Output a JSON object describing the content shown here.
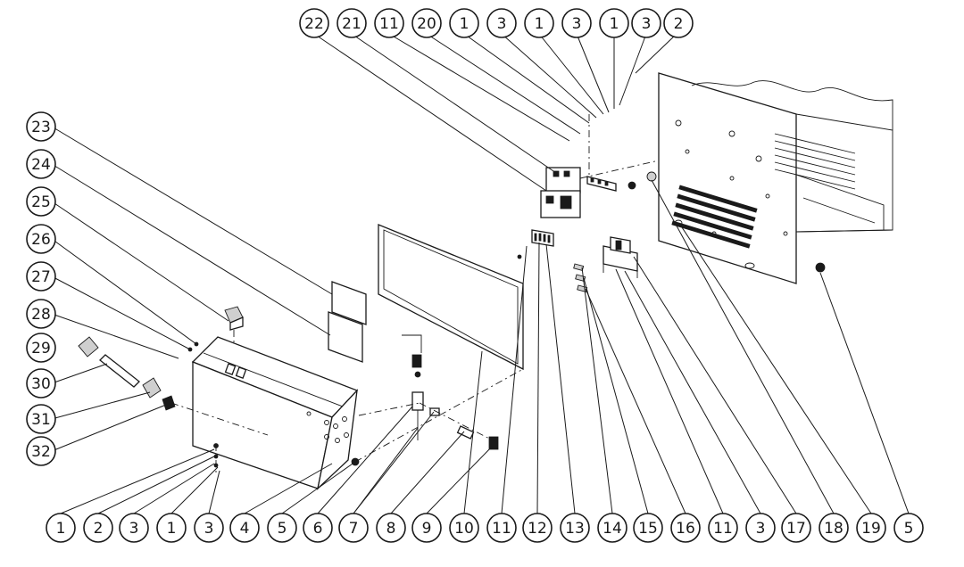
{
  "callouts": {
    "top": [
      "22",
      "21",
      "11",
      "20",
      "1",
      "3",
      "1",
      "3",
      "1",
      "3",
      "2"
    ],
    "left": [
      "23",
      "24",
      "25",
      "26",
      "27",
      "28",
      "29",
      "30",
      "31",
      "32"
    ],
    "bottom": [
      "1",
      "2",
      "3",
      "1",
      "3",
      "4",
      "5",
      "6",
      "7",
      "8",
      "9",
      "10",
      "11",
      "12",
      "13",
      "14",
      "15",
      "16",
      "11",
      "3",
      "17",
      "18",
      "19",
      "5"
    ]
  },
  "colors": {
    "line": "#1a1a1a",
    "background": "#ffffff",
    "fill_grey": "#cfcfcf"
  }
}
